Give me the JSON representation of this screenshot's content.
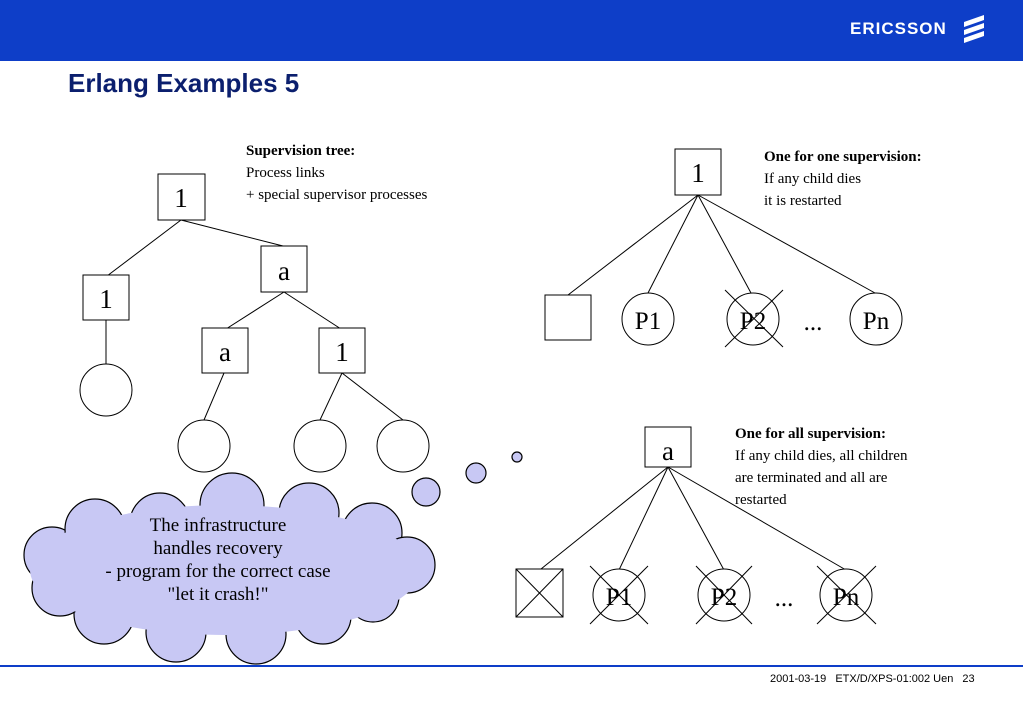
{
  "header": {
    "brand": "ERICSSON",
    "brand_color": "#0e3ec8"
  },
  "slide": {
    "title": "Erlang Examples 5",
    "title_color": "#0b1f6e"
  },
  "supervision_tree": {
    "heading": "Supervision tree:",
    "line1": "Process links",
    "line2": "+ special supervisor processes",
    "nodes": {
      "root": "1",
      "left": "1",
      "right": "a",
      "mid_a": "a",
      "mid_1": "1"
    }
  },
  "one_for_one": {
    "heading": "One for one supervision:",
    "line1": "If any child dies",
    "line2": "it is restarted",
    "root": "1",
    "children": [
      "P1",
      "P2",
      "...",
      "Pn"
    ]
  },
  "one_for_all": {
    "heading": "One for all supervision:",
    "line1": "If any child dies, all children",
    "line2": "are terminated and all are",
    "line3": "restarted",
    "root": "a",
    "children": [
      "P1",
      "P2",
      "...",
      "Pn"
    ]
  },
  "cloud": {
    "line1": "The infrastructure",
    "line2": "handles recovery",
    "line3": "- program for the correct case",
    "line4": "\"let it crash!\"",
    "fill": "#c8c8f4"
  },
  "footer": {
    "date": "2001-03-19",
    "doc_id": "ETX/D/XPS-01:002 Uen",
    "page": "23"
  }
}
